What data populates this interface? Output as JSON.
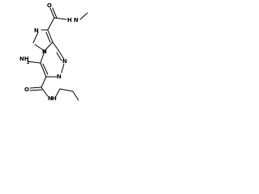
{
  "structure": {
    "atoms": {
      "n_ring_top": "N",
      "n_amide_top": "N",
      "h_amide_top": "H",
      "o_amide_top": "O",
      "nh2_label": "NH",
      "nh2_subscript": "2",
      "n_bridge": "N",
      "n_ring_right_a": "N",
      "n_ring_right_b": "N",
      "o_amide_bottom": "O",
      "n_amide_bottom": "N",
      "h_amide_bottom": "H"
    }
  }
}
